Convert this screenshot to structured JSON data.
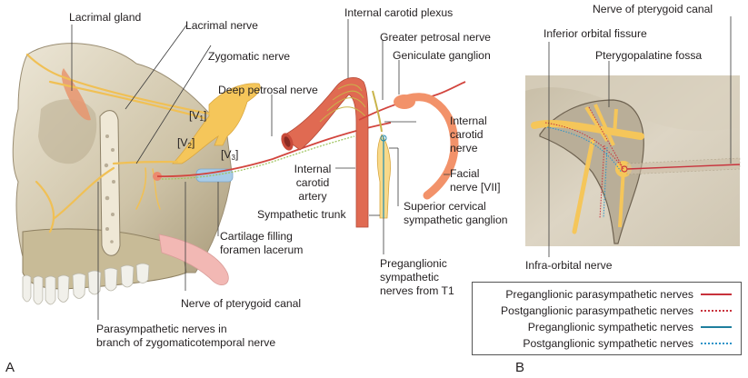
{
  "figure": {
    "panels": [
      "A",
      "B"
    ],
    "panel_a": {
      "labels": {
        "lacrimal_gland": "Lacrimal gland",
        "lacrimal_nerve": "Lacrimal nerve",
        "zygomatic_nerve": "Zygomatic nerve",
        "deep_petrosal_nerve": "Deep petrosal nerve",
        "internal_carotid_plexus": "Internal carotid plexus",
        "greater_petrosal_nerve": "Greater petrosal nerve",
        "geniculate_ganglion": "Geniculate ganglion",
        "internal_carotid_nerve": [
          "Internal",
          "carotid",
          "nerve"
        ],
        "facial_nerve": [
          "Facial",
          "nerve [VII]"
        ],
        "internal_carotid_artery": [
          "Internal",
          "carotid",
          "artery"
        ],
        "sympathetic_trunk": "Sympathetic trunk",
        "superior_cervical_ganglion": [
          "Superior cervical",
          "sympathetic ganglion"
        ],
        "cartilage_foramen_lacerum": [
          "Cartilage filling",
          "foramen lacerum"
        ],
        "preganglionic_sympathetic_t1": [
          "Preganglionic",
          "sympathetic",
          "nerves from T1"
        ],
        "nerve_of_pterygoid_canal": "Nerve of pterygoid canal",
        "parasympathetic_zygomaticotemporal": [
          "Parasympathetic nerves in",
          "branch of zygomaticotemporal nerve"
        ],
        "v1": {
          "base": "[V",
          "sub": "1",
          "close": "]"
        },
        "v2": {
          "base": "[V",
          "sub": "2",
          "close": "]"
        },
        "v3": {
          "base": "[V",
          "sub": "3",
          "close": "]"
        }
      }
    },
    "panel_b": {
      "labels": {
        "nerve_of_pterygoid_canal": "Nerve of pterygoid canal",
        "inferior_orbital_fissure": "Inferior orbital fissure",
        "pterygopalatine_fossa": "Pterygopalatine fossa",
        "infra_orbital_nerve": "Infra-orbital nerve"
      }
    },
    "legend": [
      {
        "label": "Preganglionic parasympathetic nerves",
        "color": "#c8323c",
        "style": "solid"
      },
      {
        "label": "Postganglionic parasympathetic nerves",
        "color": "#c8323c",
        "style": "dotted"
      },
      {
        "label": "Preganglionic sympathetic nerves",
        "color": "#1f7f9e",
        "style": "solid"
      },
      {
        "label": "Postganglionic sympathetic nerves",
        "color": "#2a93c8",
        "style": "dotted"
      }
    ],
    "colors": {
      "bone": "#d6cdb5",
      "bone_dark": "#9a8d72",
      "nerve": "#f5c65a",
      "artery": "#e06a52",
      "facial_nerve": "#f2926a",
      "cartilage": "#a8cce8",
      "tongue": "#f2b8b4",
      "fossa_bg": "#cfc6b2"
    }
  }
}
